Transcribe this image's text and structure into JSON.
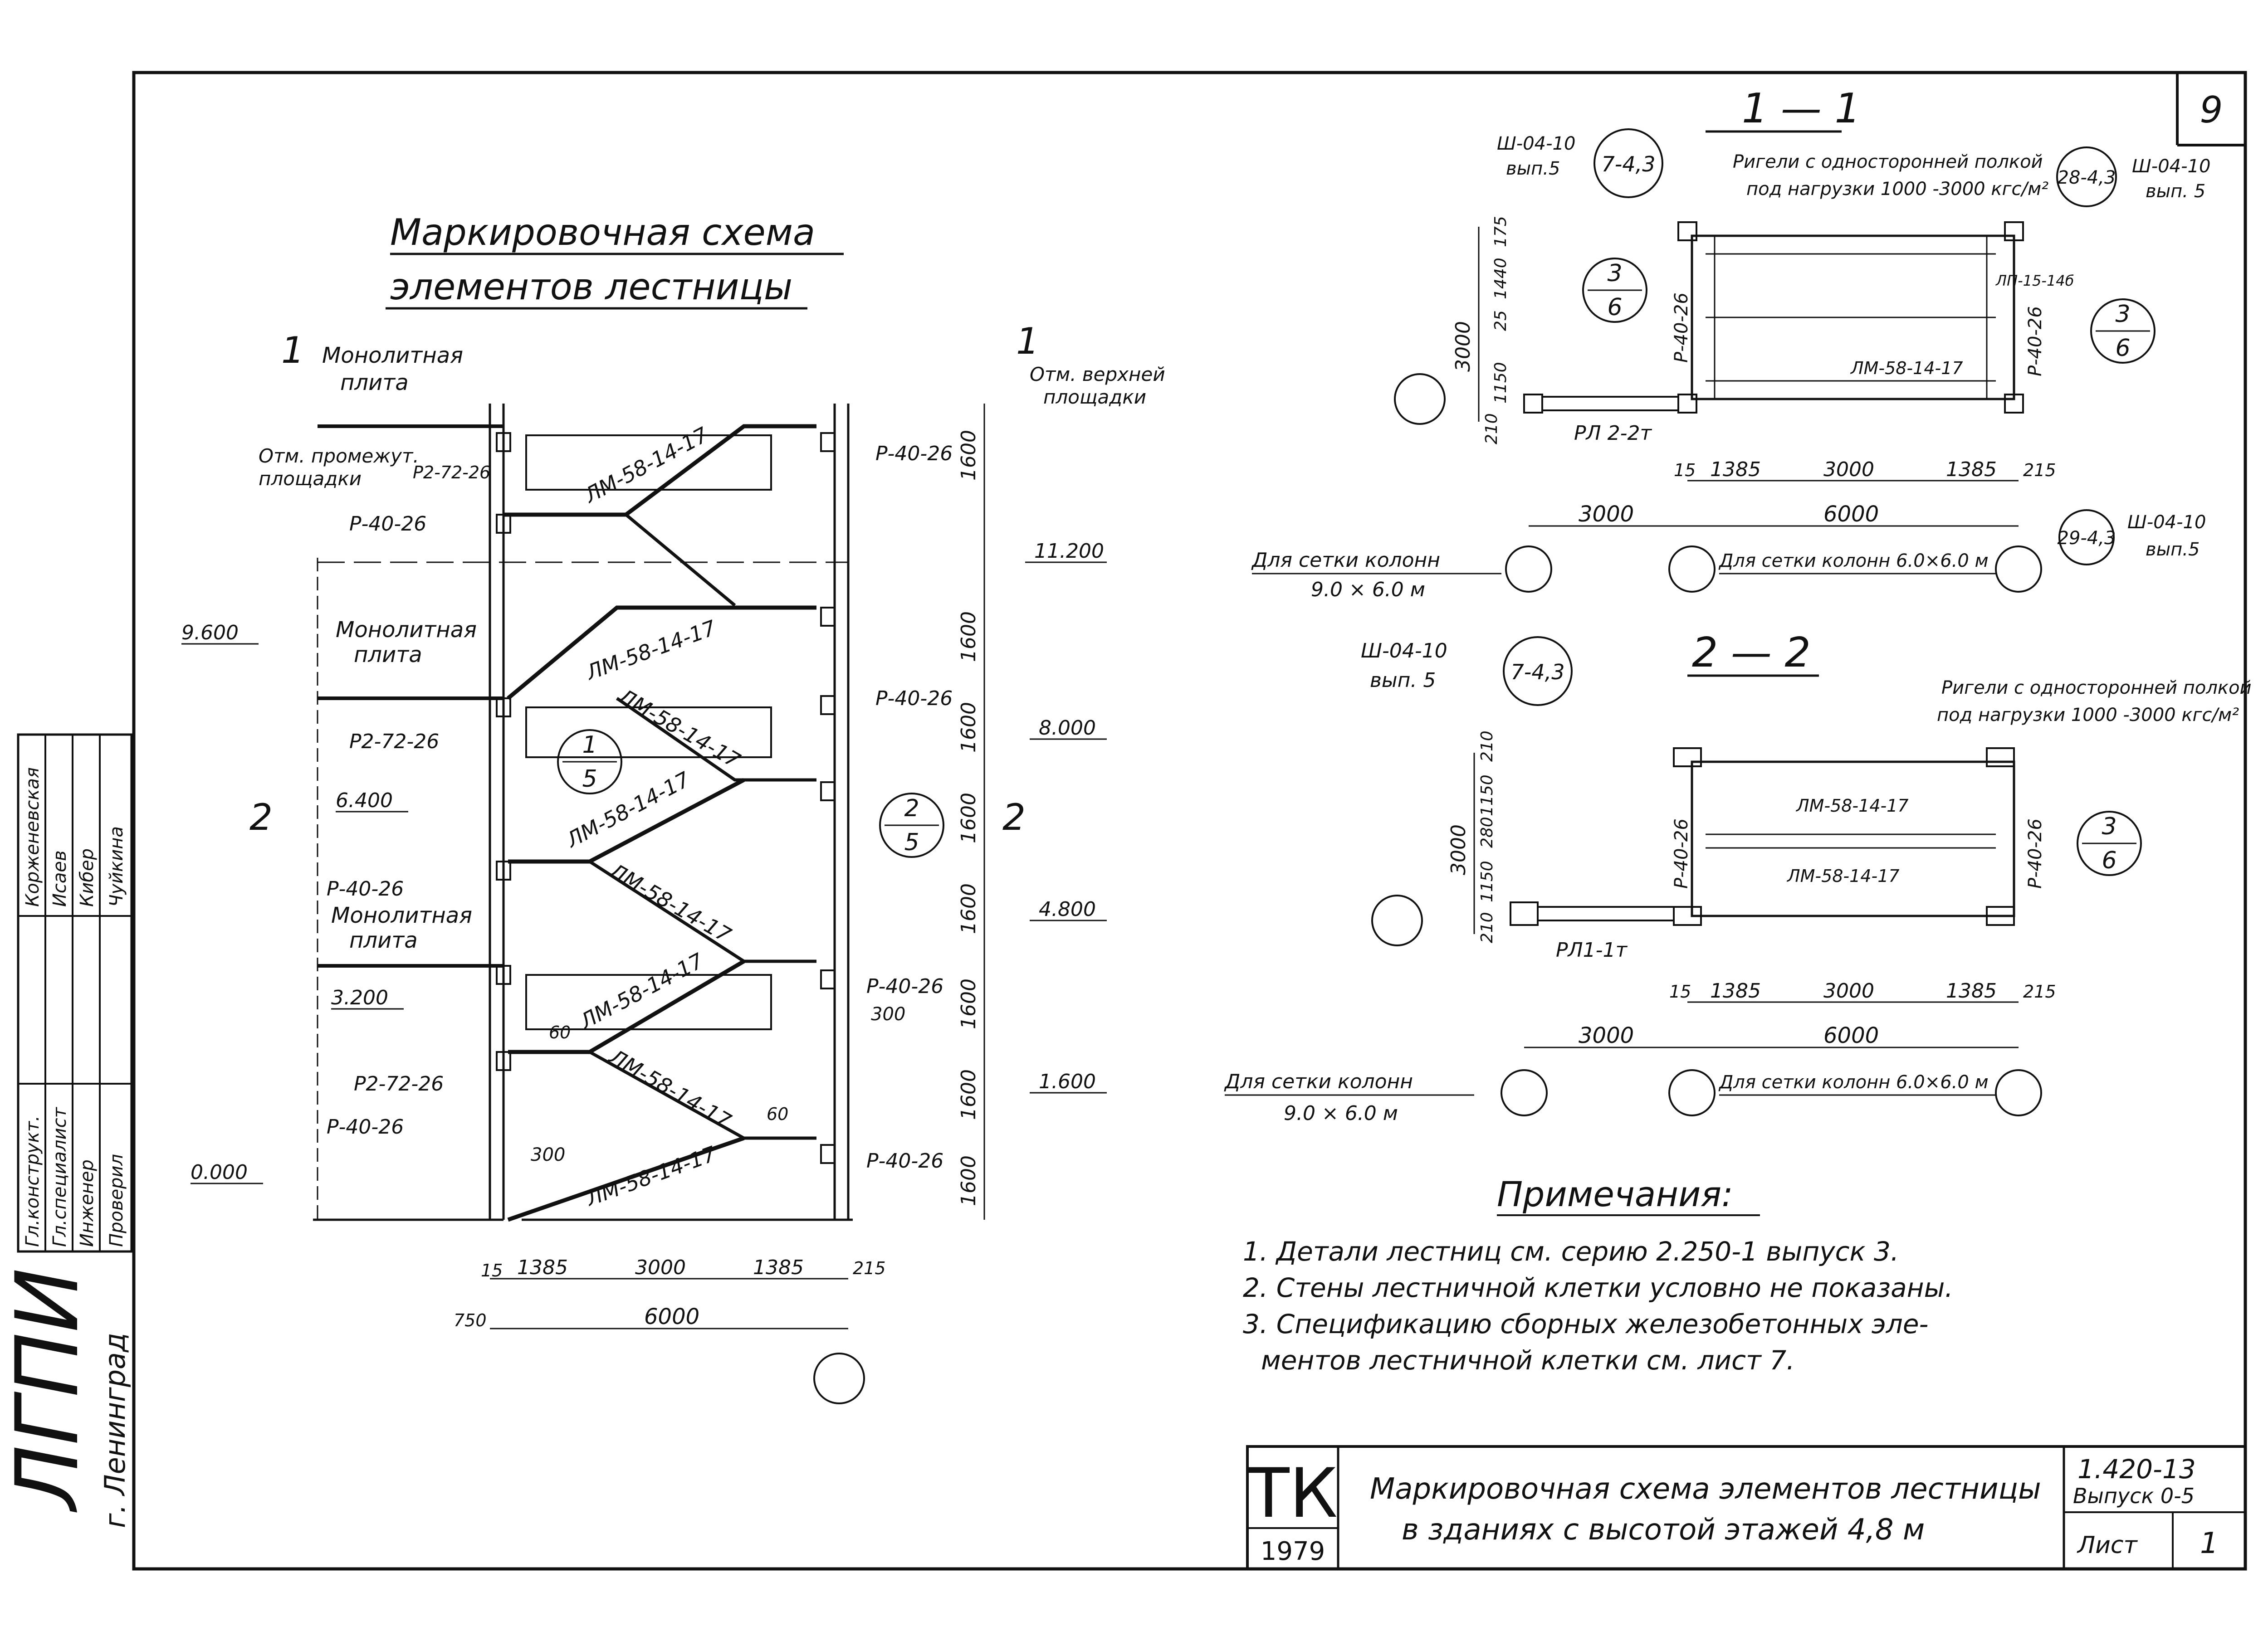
{
  "sheet_number": "9",
  "main_title": {
    "line1": "Маркировочная схема",
    "line2": "элементов лестницы"
  },
  "elevation": {
    "marks": [
      "9.600",
      "6.400",
      "3.200",
      "0.000",
      "11.200",
      "8.000",
      "4.800",
      "1.600"
    ],
    "labels": {
      "monolith_slab_1": "Монолитная",
      "monolith_slab_1b": "плита",
      "monolith_slab_2": "Монолитная",
      "monolith_slab_2b": "плита",
      "monolith_slab_3": "Монолитная",
      "monolith_slab_3b": "плита",
      "mid_landing": "Отм. промежут.",
      "mid_landing_b": "площадки",
      "upper_landing": "Отм. верхней",
      "upper_landing_b": "площадки"
    },
    "flights": [
      "ЛМ-58-14-17",
      "ЛМ-58-14-17",
      "ЛМ-58-14-17",
      "ЛМ-58-14-17",
      "ЛМ-58-14-17",
      "ЛМ-58-14-17",
      "ЛМ-58-14-17",
      "ЛМ-58-14-17"
    ],
    "beams_left": [
      "Р2-72-26",
      "Р-40-26",
      "Р2-72-26",
      "Р-40-26",
      "Р2-72-26",
      "Р-40-26"
    ],
    "beams_right": [
      "Р-40-26",
      "Р-40-26",
      "Р-40-26",
      "Р-40-26"
    ],
    "heights": [
      "1600",
      "1600",
      "1600",
      "1600",
      "1600",
      "1600",
      "1600",
      "1600"
    ],
    "bottom_dims": [
      "15",
      "1385",
      "3000",
      "1385",
      "215"
    ],
    "bottom_total": "6000",
    "left_offset": "750",
    "small_dims": [
      "300",
      "300",
      "60",
      "60"
    ],
    "section_marks": [
      "1",
      "2"
    ],
    "callouts": [
      {
        "num": "1",
        "den": "5"
      },
      {
        "num": "2",
        "den": "5"
      }
    ]
  },
  "plan_1": {
    "title": "1 — 1",
    "ref_left": "Ш-04-10",
    "ref_left_b": "вып.5",
    "ref_right": "Ш-04-10",
    "ref_right_b": "вып. 5",
    "circle_a": "7-4,3",
    "circle_b": "28-4,3",
    "circle_c": "29-4,3",
    "callout": {
      "num": "3",
      "den": "6"
    },
    "note_line1": "Ригели с односторонней полкой",
    "note_line2": "под нагрузки 1000 -3000 кгс/м²",
    "beam_v_left": "Р-40-26",
    "beam_v_right": "Р-40-26",
    "landing": "ЛП-15-14б",
    "flight": "ЛМ-58-14-17",
    "rail": "РЛ 2-2т",
    "vdims": [
      "3000",
      "1150",
      "25",
      "1440",
      "175",
      "210"
    ],
    "hdims": [
      "15",
      "1385",
      "3000",
      "1385",
      "215"
    ],
    "total_left": "3000",
    "total_right": "6000",
    "grid_a": "Для сетки колонн",
    "grid_a2": "9.0 × 6.0 м",
    "grid_b": "Для сетки колонн 6.0×6.0 м",
    "ref_bottom": "Ш-04-10",
    "ref_bottom_b": "вып.5"
  },
  "plan_2": {
    "title": "2 — 2",
    "ref_left": "Ш-04-10",
    "ref_left_b": "вып. 5",
    "circle_a": "7-4,3",
    "callout": {
      "num": "3",
      "den": "6"
    },
    "note_line1": "Ригели с односторонней полкой",
    "note_line2": "под нагрузки 1000 -3000 кгс/м²",
    "beam_v_left": "Р-40-26",
    "beam_v_right": "Р-40-26",
    "flight_top": "ЛМ-58-14-17",
    "flight_bottom": "ЛМ-58-14-17",
    "rail": "РЛ1-1т",
    "vdims": [
      "3000",
      "210",
      "1150",
      "280",
      "1150",
      "210"
    ],
    "hdims": [
      "15",
      "1385",
      "3000",
      "1385",
      "215"
    ],
    "total_left": "3000",
    "total_right": "6000",
    "grid_a": "Для сетки колонн",
    "grid_a2": "9.0 × 6.0 м",
    "grid_b": "Для сетки колонн 6.0×6.0 м"
  },
  "notes": {
    "title": "Примечания:",
    "items": [
      "1. Детали лестниц см. серию 2.250-1 выпуск 3.",
      "2. Стены лестничной клетки условно не показаны.",
      "3. Спецификацию сборных железобетонных эле-",
      "ментов лестничной клетки см. лист 7."
    ]
  },
  "stamp_side": {
    "rows": [
      {
        "role": "Гл.конструкт.",
        "name": "Корженевская"
      },
      {
        "role": "Гл.специалист",
        "name": "Исаев"
      },
      {
        "role": "Инженер",
        "name": "Кибер"
      },
      {
        "role": "Проверил",
        "name": "Чуйкина"
      }
    ],
    "org": "ЛГПИ",
    "city": "г. Ленинград"
  },
  "title_block": {
    "code": "ТК",
    "year": "1979",
    "desc_line1": "Маркировочная схема элементов лестницы",
    "desc_line2": "в зданиях с высотой этажей 4,8 м",
    "series": "1.420-13",
    "issue": "Выпуск 0-5",
    "sheet_label": "Лист",
    "sheet_value": "1"
  }
}
